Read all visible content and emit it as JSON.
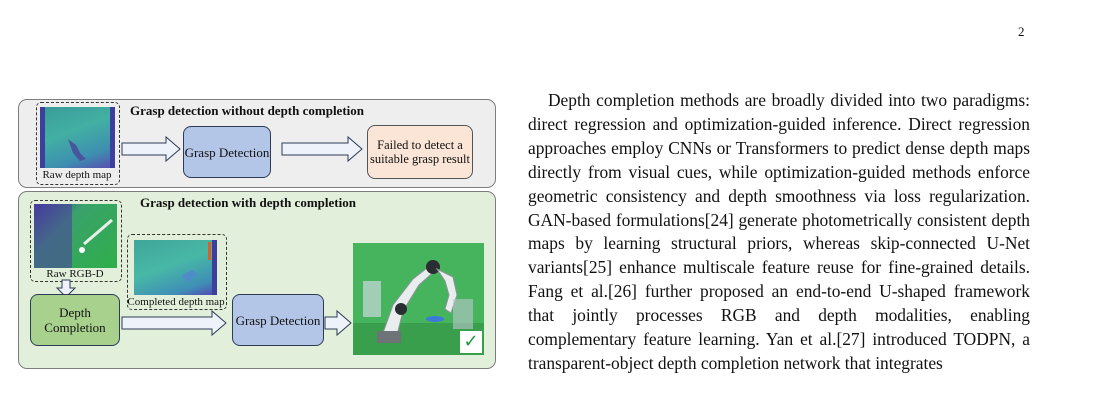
{
  "page_number": "2",
  "figure": {
    "top_panel": {
      "title": "Grasp detection without depth completion",
      "raw_depth_caption": "Raw depth map",
      "grasp_box": "Grasp Detection",
      "result_box": "Failed to detect a suitable grasp result"
    },
    "bottom_panel": {
      "title": "Grasp detection with depth completion",
      "raw_rgbd_caption": "Raw RGB-D",
      "completed_caption": "Completed depth map",
      "depth_box": "Depth Completion",
      "grasp_box": "Grasp Detection",
      "check_icon": "check-mark-icon"
    },
    "colors": {
      "blue_box": "#b4c6e7",
      "green_box": "#a9d18e",
      "peach_box": "#fbe5d6",
      "panel_top": "#eeeeef",
      "panel_bottom": "#e2efda"
    }
  },
  "body_text": "Depth completion methods are broadly divided into two paradigms: direct regression and optimization-guided inference. Direct regression approaches employ CNNs or Transformers to predict dense depth maps directly from visual cues, while optimization-guided methods enforce geometric consistency and depth smoothness via loss regularization. GAN-based formulations[24] generate photometrically consistent depth maps by learning structural priors, whereas skip-connected U-Net variants[25] enhance multiscale feature reuse for fine-grained details. Fang et al.[26] further proposed an end-to-end U-shaped framework that jointly processes RGB and depth modalities, enabling complementary feature learning. Yan et al.[27] introduced TODPN, a transparent-object depth completion network that integrates"
}
